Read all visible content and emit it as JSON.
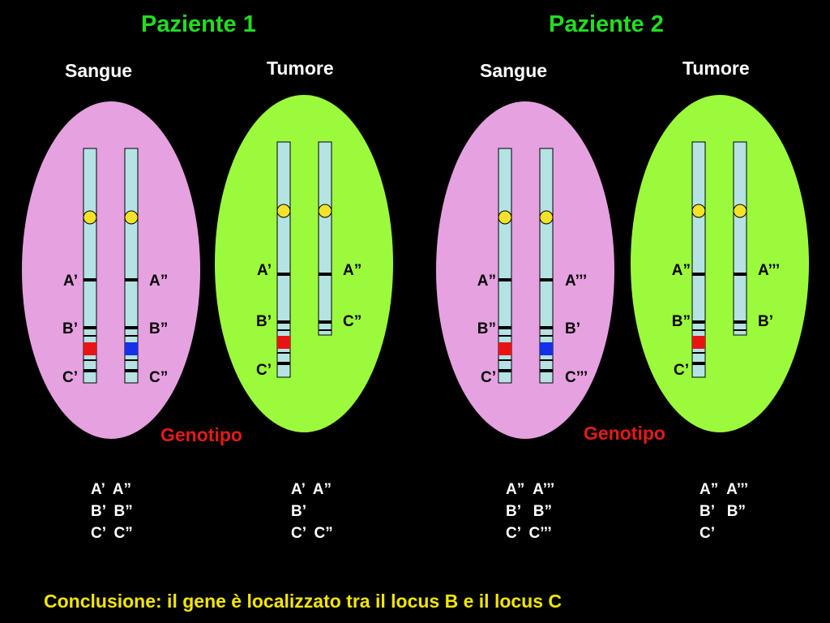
{
  "patients": [
    {
      "title": "Paziente 1",
      "blood_label": "Sangue",
      "tumor_label": "Tumore",
      "genotype_label": "Genotipo",
      "blood": {
        "left": [
          "A’",
          "B’",
          "C’"
        ],
        "right": [
          "A”",
          "B”",
          "C”"
        ]
      },
      "tumor": {
        "left": [
          "A’",
          "B’",
          "C’"
        ],
        "right": [
          "A”",
          "C”"
        ]
      },
      "genotype_blood": "A’  A”\nB’  B”\nC’  C”",
      "genotype_tumor": "A’  A”\nB’\nC’  C”"
    },
    {
      "title": "Paziente 2",
      "blood_label": "Sangue",
      "tumor_label": "Tumore",
      "genotype_label": "Genotipo",
      "blood": {
        "left": [
          "A”",
          "B”",
          "C’"
        ],
        "right": [
          "A’’’",
          "B’",
          "C’’’"
        ]
      },
      "tumor": {
        "left": [
          "A”",
          "B”",
          "C’"
        ],
        "right": [
          "A’’’",
          "B’"
        ]
      },
      "genotype_blood": "A”  A’’’\nB’   B”\nC’  C’’’",
      "genotype_tumor": "A”  A’’’\nB’   B”\nC’"
    }
  ],
  "conclusion": "Conclusione: il gene è localizzato tra il locus B e il locus C",
  "colors": {
    "blood_cell": "#e6a1e0",
    "tumor_cell": "#9cfa3c",
    "chromosome": "#b5e3e3",
    "centromere": "#f2e22a",
    "red_band": "#e81414",
    "blue_band": "#1430e8"
  }
}
